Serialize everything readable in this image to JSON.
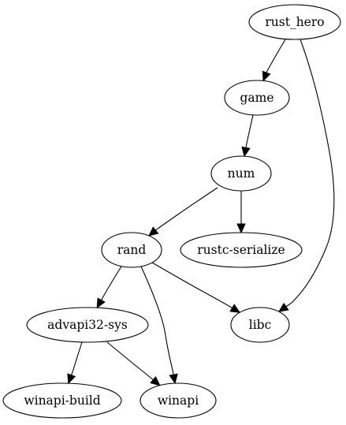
{
  "graph": {
    "nodes": [
      {
        "id": "rust_hero",
        "label": "rust_hero"
      },
      {
        "id": "game",
        "label": "game"
      },
      {
        "id": "num",
        "label": "num"
      },
      {
        "id": "rand",
        "label": "rand"
      },
      {
        "id": "rustc-serialize",
        "label": "rustc-serialize"
      },
      {
        "id": "advapi32-sys",
        "label": "advapi32-sys"
      },
      {
        "id": "libc",
        "label": "libc"
      },
      {
        "id": "winapi-build",
        "label": "winapi-build"
      },
      {
        "id": "winapi",
        "label": "winapi"
      }
    ],
    "edges": [
      {
        "from": "rust_hero",
        "to": "game"
      },
      {
        "from": "rust_hero",
        "to": "libc"
      },
      {
        "from": "game",
        "to": "num"
      },
      {
        "from": "num",
        "to": "rand"
      },
      {
        "from": "num",
        "to": "rustc-serialize"
      },
      {
        "from": "rand",
        "to": "advapi32-sys"
      },
      {
        "from": "rand",
        "to": "libc"
      },
      {
        "from": "rand",
        "to": "winapi"
      },
      {
        "from": "advapi32-sys",
        "to": "winapi-build"
      },
      {
        "from": "advapi32-sys",
        "to": "winapi"
      }
    ]
  }
}
